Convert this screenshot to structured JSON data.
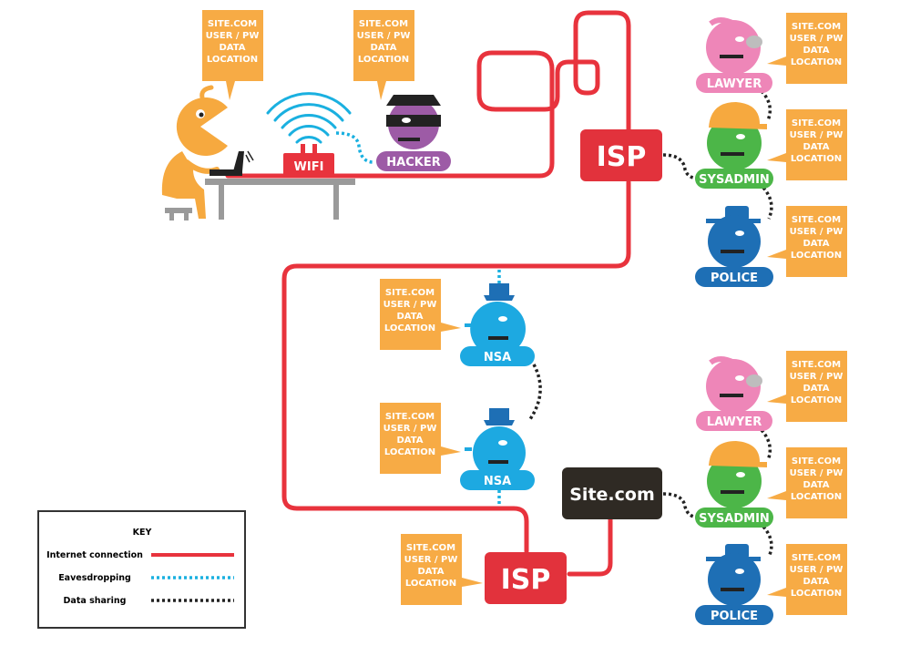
{
  "colors": {
    "internet": "#e8333d",
    "eavesdrop": "#1ab0e0",
    "sharing": "#222222",
    "bubble": "#f7ab45",
    "user": "#f6a93f",
    "hacker": "#9d5ba6",
    "lawyer": "#ee86b8",
    "sysadmin": "#4cb648",
    "police": "#1e6fb5",
    "nsa": "#1da9e1",
    "isp": "#e2323c",
    "site": "#2f2a24",
    "desk": "#9a9a9a"
  },
  "bubble_lines": [
    "SITE.COM",
    "USER / PW",
    "DATA",
    "LOCATION"
  ],
  "labels": {
    "wifi": "WIFI",
    "hacker": "HACKER",
    "isp_top": "ISP",
    "isp_bottom": "ISP",
    "site": "Site.com",
    "lawyer_top": "LAWYER",
    "sysadmin_top": "SYSADMIN",
    "police_top": "POLICE",
    "lawyer_bottom": "LAWYER",
    "sysadmin_bottom": "SYSADMIN",
    "police_bottom": "POLICE",
    "nsa_top": "NSA",
    "nsa_bottom": "NSA"
  },
  "key": {
    "title": "KEY",
    "internet": "Internet connection",
    "eavesdrop": "Eavesdropping",
    "sharing": "Data sharing"
  }
}
